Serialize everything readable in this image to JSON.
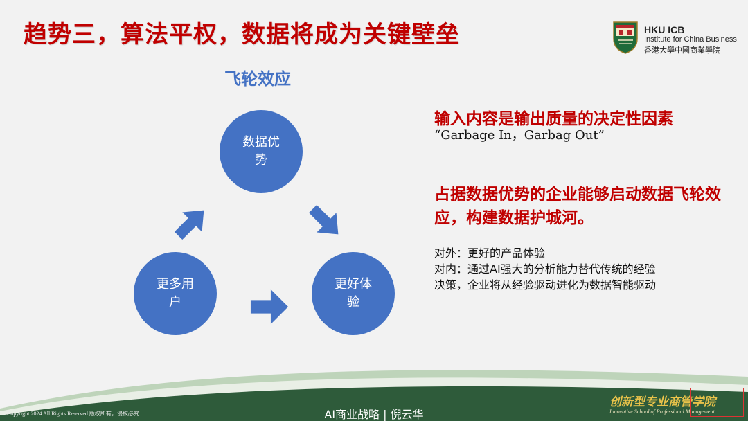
{
  "slide": {
    "title": "趋势三，算法平权，数据将成为关键壁垒",
    "subheading": "飞轮效应"
  },
  "logo": {
    "name": "HKU ICB",
    "institute": "Institute for China Business",
    "chinese": "香港大學中國商業學院"
  },
  "flywheel": {
    "data_advantage": "数据优势",
    "better_experience": "更好体验",
    "more_users": "更多用户"
  },
  "content": {
    "point1": "输入内容是输出质量的决定性因素",
    "quote": "“Garbage In，Garbag Out”",
    "point2": "占据数据优势的企业能够启动数据飞轮效应，构建数据护城河。",
    "lines": [
      "对外：更好的产品体验",
      "对内：通过AI强大的分析能力替代传统的经验",
      "决策，企业将从经验驱动进化为数据智能驱动"
    ]
  },
  "footer": {
    "copyright": "Copyright 2024 All Rights Reserved 版权所有，侵权必究",
    "course": "AI商业战略 | 倪云华",
    "school_cn": "创新型专业商管学院",
    "school_en": "Innovative School of Professional Management"
  },
  "colors": {
    "title_red": "#c00000",
    "circle_blue": "#4472c4",
    "footer_green": "#2e5b3a"
  }
}
